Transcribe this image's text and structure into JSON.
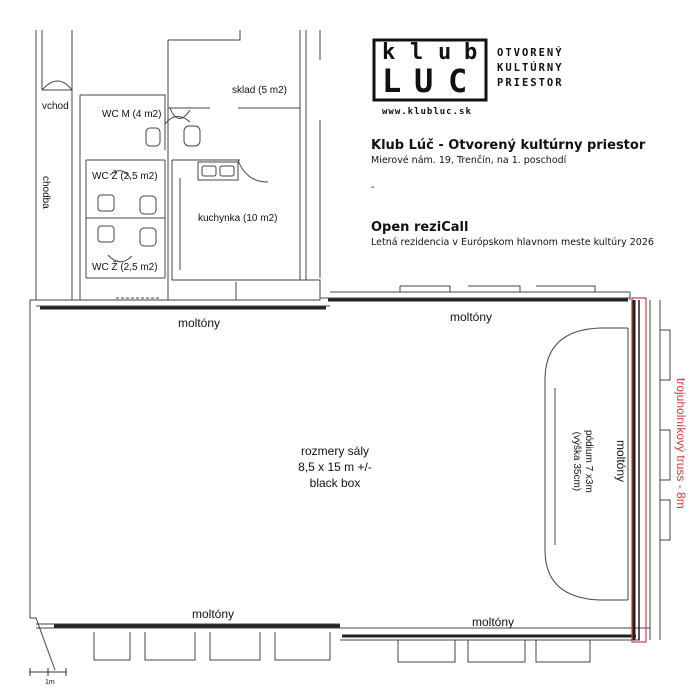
{
  "logo": {
    "letters": [
      "k",
      "l",
      "u",
      "b",
      "L",
      "U",
      "C"
    ],
    "tagline": [
      "OTVORENÝ",
      "KULTÚRNY",
      "PRIESTOR"
    ],
    "url": "www.klubluc.sk"
  },
  "info": {
    "title": "Klub Lúč - Otvorený kultúrny priestor",
    "address": "Mierové nám. 19, Trenčín, na 1. poschodí",
    "separator": "-",
    "event_title": "Open reziCall",
    "event_subtitle": "Letná rezidencia v Európskom hlavnom meste kultúry 2026"
  },
  "rooms": {
    "vchod": "vchod",
    "wc_m": "WC M (4 m2)",
    "sklad": "sklad (5 m2)",
    "wc_z1": "WC Ž (2,5 m2)",
    "chodba": "chodba",
    "kuchynka": "kuchynka (10 m2)",
    "wc_z2": "WC Ž (2,5 m2)"
  },
  "hall": {
    "line1": "rozmery sály",
    "line2": "8,5 x 15 m +/-",
    "line3": "black box",
    "moltony": "moltóny",
    "podium_line1": "pódium 7 x3m",
    "podium_line2": "(výška 35cm)",
    "truss": "trojuholníkový truss - 8m"
  },
  "colors": {
    "wall": "#444444",
    "curtain": "#222222",
    "truss": "#d63b3b"
  },
  "scale": {
    "label": "1m"
  }
}
